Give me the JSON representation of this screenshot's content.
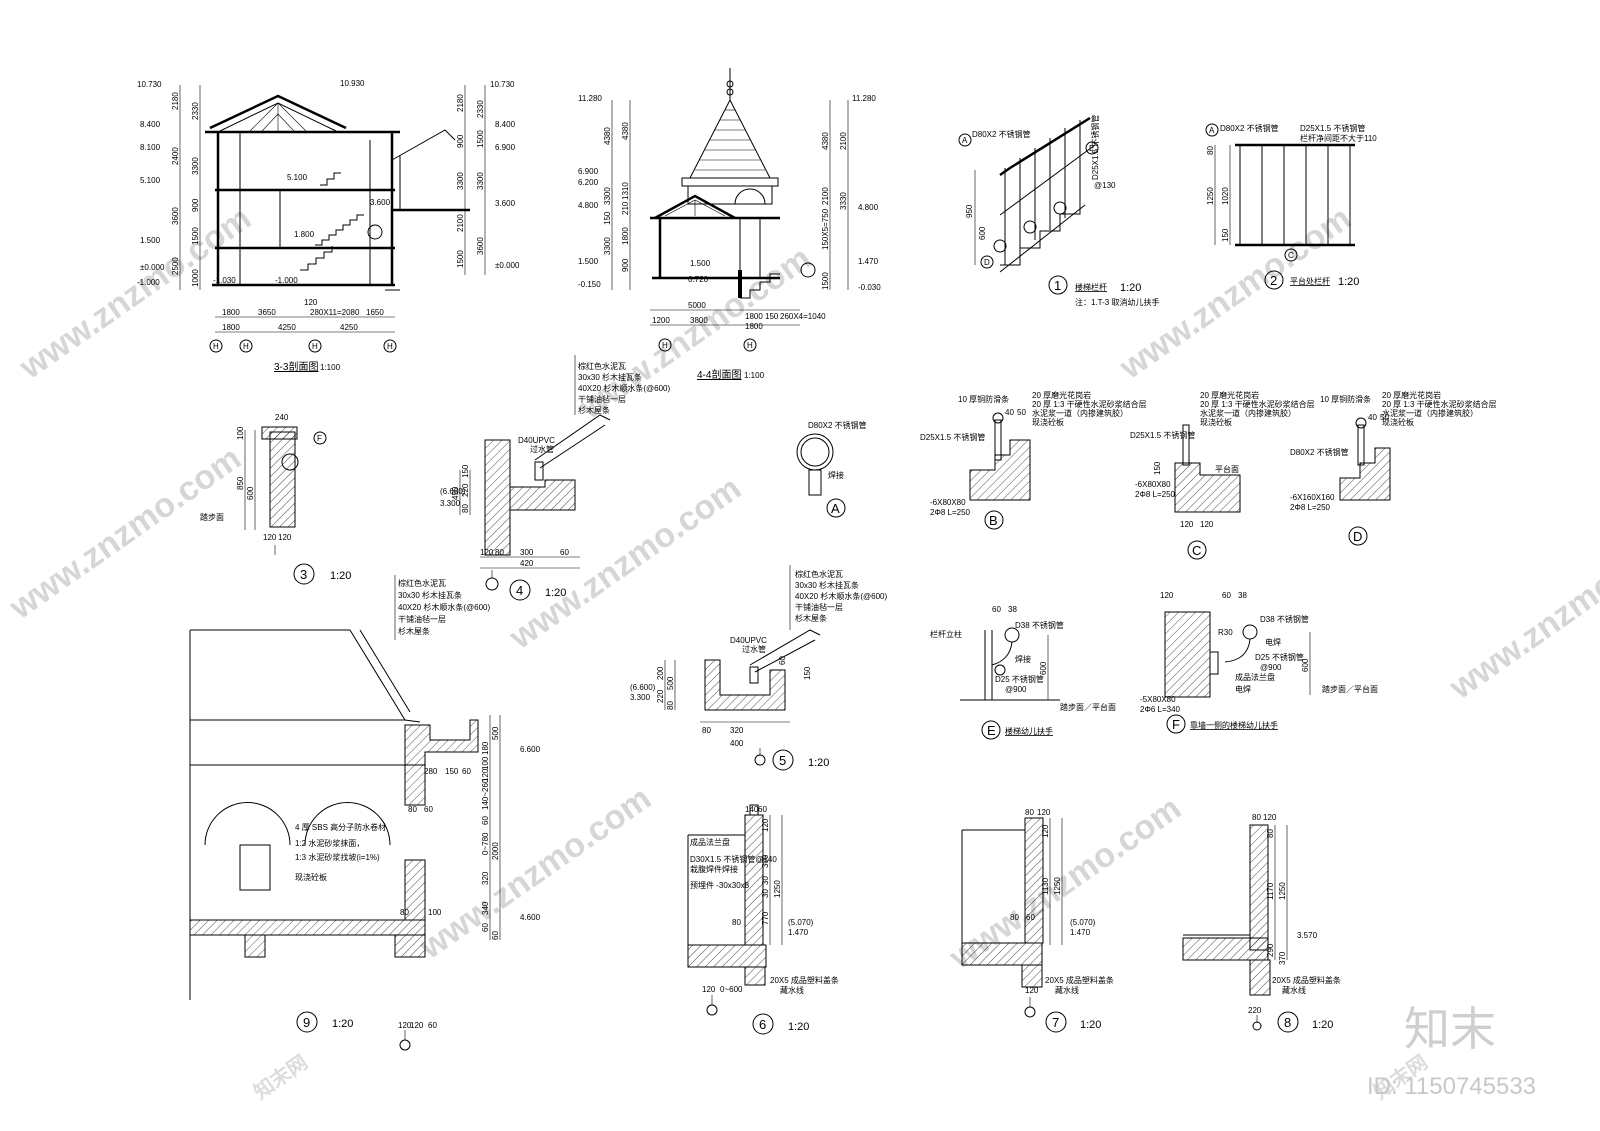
{
  "drawings": {
    "section33": {
      "title": "3-3剖面图",
      "scale": "1:100",
      "elev_left": [
        "10.730",
        "8.400",
        "8.100",
        "5.100",
        "1.500",
        "±0.000",
        "-1.000"
      ],
      "elev_right": [
        "10.730",
        "8.400",
        "6.900",
        "3.600",
        "±0.000"
      ],
      "elev_inner": [
        "10.930",
        "5.100",
        "3.600",
        "1.800",
        "-1.000",
        "-1.030"
      ],
      "dims_left": [
        "2180",
        "2330",
        "2400",
        "3300",
        "3600",
        "900",
        "1500",
        "2500",
        "1000"
      ],
      "dims_right": [
        "2180",
        "2330",
        "900",
        "1500",
        "3300",
        "3300",
        "2100",
        "3600",
        "1500"
      ],
      "dims_bottom1": [
        "1800",
        "3650",
        "280X11=2080",
        "1650"
      ],
      "dims_bottom2": [
        "1800",
        "4250",
        "4250"
      ],
      "dim_120": "120",
      "axes": [
        "H",
        "H",
        "H",
        "H"
      ]
    },
    "section44": {
      "title": "4-4剖面图",
      "scale": "1:100",
      "elev_left": [
        "11.280",
        "6.900",
        "6.200",
        "4.800",
        "1.500",
        "-0.150"
      ],
      "elev_right": [
        "11.280",
        "4.800",
        "1.470",
        "-0.030"
      ],
      "elev_inner": [
        "1.500",
        "0.720"
      ],
      "dims_left": [
        "4380",
        "3300",
        "1310",
        "210",
        "150",
        "1800",
        "3300",
        "900"
      ],
      "dims_right": [
        "4380",
        "2100",
        "2100",
        "3330",
        "150X5=750",
        "1500"
      ],
      "dims_bottom1": [
        "5000",
        "1800",
        "150",
        "260X4=1040"
      ],
      "dims_bottom2": [
        "1200",
        "3800",
        "1800"
      ],
      "axes": [
        "H",
        "H"
      ]
    },
    "detail1": {
      "num": "1",
      "title": "楼梯栏杆",
      "scale": "1:20",
      "note": "注：1.T-3 取消幼儿扶手",
      "labels": [
        "D80X2 不锈钢管",
        "D25X1.5 不锈钢管",
        "@130"
      ],
      "dims": [
        "950",
        "600"
      ],
      "markers": [
        "A",
        "E",
        "B",
        "D"
      ]
    },
    "detail2": {
      "num": "2",
      "title": "平台处栏杆",
      "scale": "1:20",
      "labels": [
        "D80X2 不锈钢管",
        "D25X1.5 不锈钢管",
        "栏杆净间距不大于110"
      ],
      "dims": [
        "80",
        "1020",
        "1250",
        "150"
      ],
      "markers": [
        "A",
        "C"
      ]
    },
    "detail3": {
      "num": "3",
      "scale": "1:20",
      "dims": [
        "240",
        "100",
        "850",
        "600",
        "120",
        "120"
      ],
      "labels": [
        "踏步面"
      ],
      "marker": "F"
    },
    "detail4": {
      "num": "4",
      "scale": "1:20",
      "layers": [
        "棕红色水泥瓦",
        "30x30 杉木挂瓦条",
        "40X20 杉木顺水条(@600)",
        "干铺油毡一层",
        "杉木屋条"
      ],
      "labels": [
        "D40UPVC",
        "过水管"
      ],
      "elev": [
        "(6.600)",
        "3.300"
      ],
      "dims_v": [
        "450",
        "150",
        "220",
        "80"
      ],
      "dims_h": [
        "120",
        "80",
        "300",
        "60",
        "420"
      ]
    },
    "detailA": {
      "num": "A",
      "labels": [
        "D80X2 不锈钢管",
        "焊接"
      ]
    },
    "detailB": {
      "num": "B",
      "labels": [
        "10 厚铜防滑条",
        "D25X1.5 不锈钢管",
        "-6X80X80",
        "2Φ8 L=250"
      ],
      "notes": [
        "20 厚磨光花岗岩",
        "20 厚 1:3 干硬性水泥砂浆结合层",
        "水泥浆一道（内掺建筑胶）",
        "现浇砼板"
      ],
      "dims": [
        "40",
        "50"
      ]
    },
    "detailC": {
      "num": "C",
      "labels": [
        "D25X1.5 不锈钢管",
        "-6X80X80",
        "2Φ8 L=250",
        "平台面"
      ],
      "notes": [
        "20 厚磨光花岗岩",
        "20 厚 1:3 干硬性水泥砂浆结合层",
        "水泥浆一道（内掺建筑胶）",
        "现浇砼板"
      ],
      "dims": [
        "150",
        "120",
        "120"
      ]
    },
    "detailD": {
      "num": "D",
      "labels": [
        "10 厚铜防滑条",
        "D80X2 不锈钢管",
        "-6X160X160",
        "2Φ8 L=250"
      ],
      "notes": [
        "20 厚磨光花岗岩",
        "20 厚 1:3 干硬性水泥砂浆结合层",
        "水泥浆一道（内掺建筑胶）",
        "现浇砼板"
      ],
      "dims": [
        "40",
        "50"
      ]
    },
    "detailE": {
      "num": "E",
      "title": "楼梯幼儿扶手",
      "labels": [
        "栏杆立柱",
        "D38 不锈钢管",
        "D25 不锈钢管",
        "@900",
        "踏步面／平台面",
        "焊接"
      ],
      "dims": [
        "60",
        "38",
        "600"
      ]
    },
    "detailF": {
      "num": "F",
      "title": "靠墙一侧的楼梯幼儿扶手",
      "labels": [
        "D38 不锈钢管",
        "电焊",
        "D25 不锈钢管",
        "@900",
        "成品法兰盘",
        "电焊",
        "-5X80X80",
        "2Φ6 L=340",
        "踏步面／平台面",
        "R30"
      ],
      "dims": [
        "120",
        "60",
        "38",
        "600"
      ]
    },
    "detail5": {
      "num": "5",
      "scale": "1:20",
      "layers": [
        "棕红色水泥瓦",
        "30x30 杉木挂瓦条",
        "40X20 杉木顺水条(@600)",
        "干铺油毡一层",
        "杉木屋条"
      ],
      "labels": [
        "D40UPVC",
        "过水管"
      ],
      "elev": [
        "(6.600)",
        "3.300"
      ],
      "dims_v": [
        "200",
        "500",
        "220",
        "80",
        "150",
        "60"
      ],
      "dims_h": [
        "80",
        "320",
        "400"
      ]
    },
    "detail6": {
      "num": "6",
      "scale": "1:20",
      "labels": [
        "成品法兰盘",
        "D30X1.5 不锈钢管@140",
        "栽腹焊件焊接",
        "预埋件 -30x30x8",
        "20X5 成品塑料盖条",
        "藏水线"
      ],
      "elev": [
        "(5.070)",
        "1.470"
      ],
      "dims": [
        "140",
        "60",
        "120",
        "300",
        "30",
        "30",
        "770",
        "1250",
        "80",
        "120",
        "0~600"
      ]
    },
    "detail7": {
      "num": "7",
      "scale": "1:20",
      "labels": [
        "20X5 成品塑料盖条",
        "藏水线"
      ],
      "elev": [
        "(5.070)",
        "1.470"
      ],
      "dims": [
        "80",
        "120",
        "120",
        "1130",
        "1250",
        "80",
        "60",
        "120"
      ]
    },
    "detail8": {
      "num": "8",
      "scale": "1:20",
      "labels": [
        "20X5 成品塑料盖条",
        "藏水线"
      ],
      "elev": [
        "3.570"
      ],
      "dims": [
        "80",
        "120",
        "80",
        "1170",
        "1250",
        "290",
        "370",
        "220"
      ]
    },
    "detail9": {
      "num": "9",
      "scale": "1:20",
      "layers": [
        "棕红色水泥瓦",
        "30x30 杉木挂瓦条",
        "40X20 杉木顺水条(@600)",
        "干铺油毡一层",
        "杉木屋条"
      ],
      "notes": [
        "4 厚 SBS 高分子防水卷材",
        "1:2 水泥砂浆抹面，",
        "1:3 水泥砂浆找坡(i=1%)",
        "现浇砼板"
      ],
      "elev": [
        "6.600",
        "4.600"
      ],
      "dims_v": [
        "500",
        "180",
        "100",
        "120",
        "140~260",
        "60",
        "0~780",
        "2000",
        "320",
        "340",
        "60",
        "60"
      ],
      "dims_h": [
        "280",
        "150",
        "60",
        "80",
        "60",
        "80",
        "100",
        "120",
        "120",
        "60"
      ]
    }
  },
  "watermarks": {
    "site": "www.znzmo.com",
    "brand_cn": "知末网",
    "brand_logo": "知末",
    "id_text": "ID: 1150745533"
  }
}
